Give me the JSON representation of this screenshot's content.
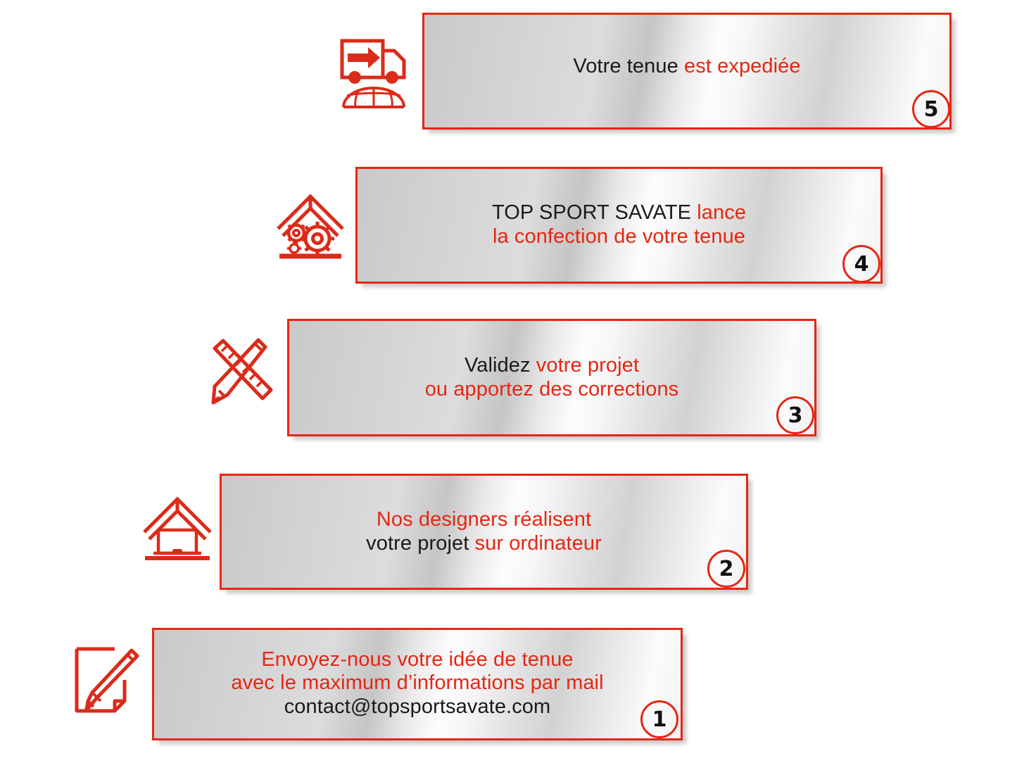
{
  "page": {
    "background_color": "#ffffff",
    "accent_color": "#E52713",
    "text_color": "#1a1a1a",
    "language": "fr"
  },
  "steps": [
    {
      "number": "1",
      "icon": "document-pencil-icon",
      "lines": [
        {
          "segments": [
            {
              "text": "Envoyez-nous votre idée de tenue",
              "color": "red"
            }
          ]
        },
        {
          "segments": [
            {
              "text": "avec le maximum d’informations par mail",
              "color": "red"
            }
          ]
        },
        {
          "segments": [
            {
              "text": "contact@topsportsavate.com",
              "color": "black"
            }
          ]
        }
      ]
    },
    {
      "number": "2",
      "icon": "roof-laptop-icon",
      "lines": [
        {
          "segments": [
            {
              "text": "Nos designers réalisent",
              "color": "red"
            }
          ]
        },
        {
          "segments": [
            {
              "text": "votre projet ",
              "color": "black"
            },
            {
              "text": "sur ordinateur",
              "color": "red"
            }
          ]
        }
      ]
    },
    {
      "number": "3",
      "icon": "ruler-pencil-icon",
      "lines": [
        {
          "segments": [
            {
              "text": "Validez ",
              "color": "black"
            },
            {
              "text": "votre projet",
              "color": "red"
            }
          ]
        },
        {
          "segments": [
            {
              "text": "ou apportez des corrections",
              "color": "red"
            }
          ]
        }
      ]
    },
    {
      "number": "4",
      "icon": "roof-gears-icon",
      "lines": [
        {
          "segments": [
            {
              "text": "TOP SPORT SAVATE ",
              "color": "black"
            },
            {
              "text": "lance",
              "color": "red"
            }
          ]
        },
        {
          "segments": [
            {
              "text": "la confection de votre tenue",
              "color": "red"
            }
          ]
        }
      ]
    },
    {
      "number": "5",
      "icon": "truck-globe-icon",
      "lines": [
        {
          "segments": [
            {
              "text": "Votre tenue ",
              "color": "black"
            },
            {
              "text": "est expediée",
              "color": "red"
            }
          ]
        }
      ]
    }
  ]
}
